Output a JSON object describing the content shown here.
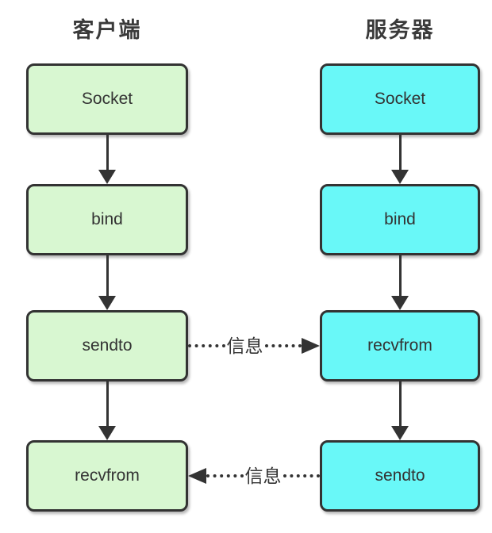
{
  "diagram": {
    "client": {
      "title": "客户端",
      "fill": "#d8f7d1",
      "boxes": [
        "Socket",
        "bind",
        "sendto",
        "recvfrom"
      ]
    },
    "server": {
      "title": "服务器",
      "fill": "#69f8f8",
      "boxes": [
        "Socket",
        "bind",
        "recvfrom",
        "sendto"
      ]
    },
    "messages": [
      {
        "label": "信息",
        "direction": "right"
      },
      {
        "label": "信息",
        "direction": "left"
      }
    ],
    "colors": {
      "stroke": "#333333",
      "title_text": "#3a3a3a",
      "box_text": "#333333",
      "background": "#ffffff"
    }
  }
}
